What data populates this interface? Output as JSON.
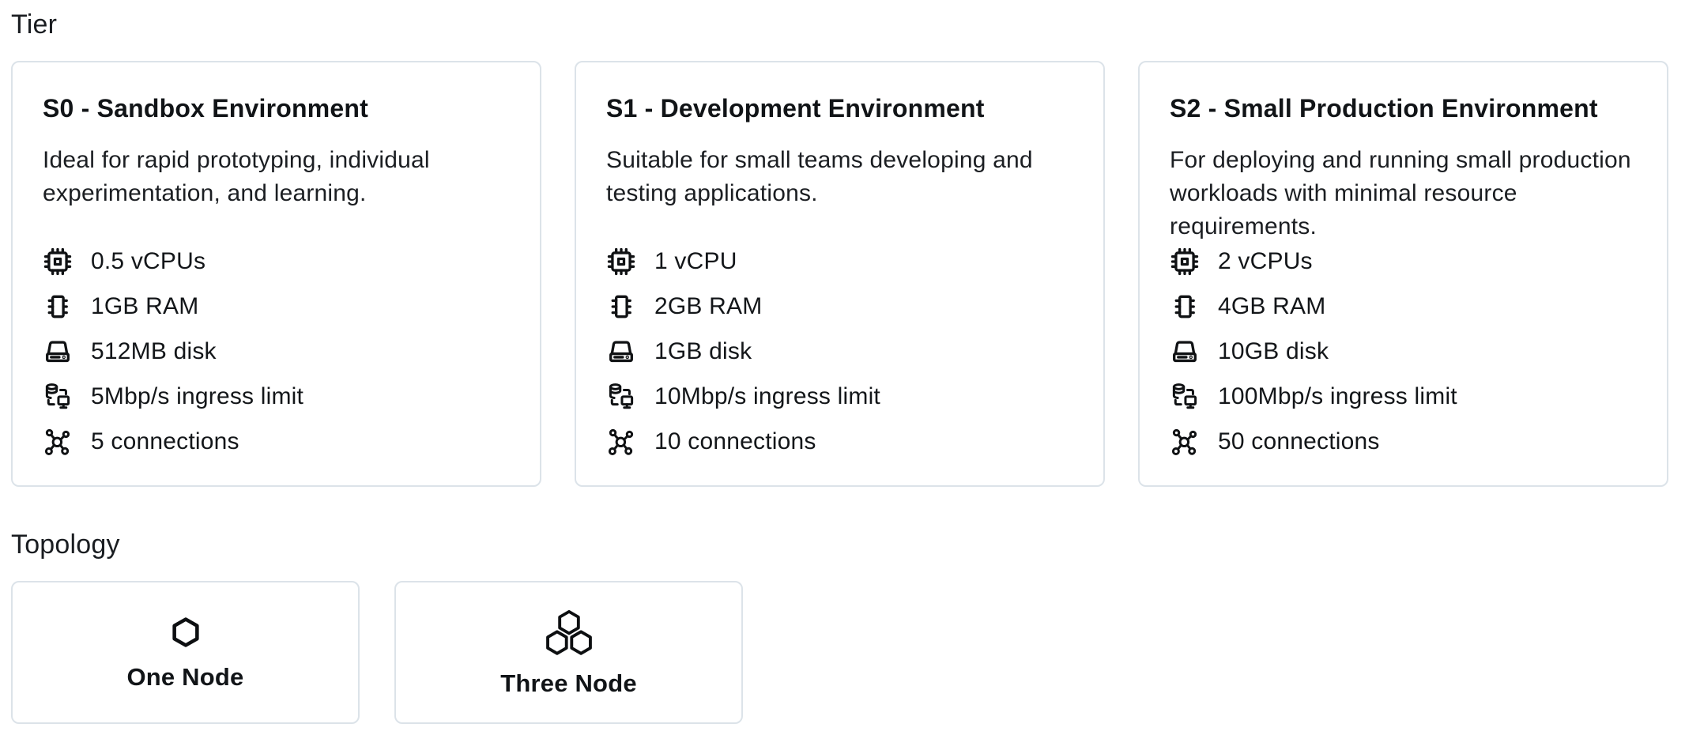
{
  "colors": {
    "card_border": "#dce3e9",
    "text_primary": "#16191d",
    "icon_stroke": "#101214",
    "background": "#ffffff"
  },
  "tier_section": {
    "label": "Tier",
    "cards": [
      {
        "id": "S0",
        "title": "S0 - Sandbox Environment",
        "description": "Ideal for rapid prototyping, individual experimentation, and learning.",
        "specs": [
          {
            "icon": "cpu-icon",
            "text": "0.5 vCPUs"
          },
          {
            "icon": "ram-icon",
            "text": "1GB RAM"
          },
          {
            "icon": "disk-icon",
            "text": "512MB disk"
          },
          {
            "icon": "ingress-icon",
            "text": "5Mbp/s ingress limit"
          },
          {
            "icon": "connections-icon",
            "text": "5 connections"
          }
        ]
      },
      {
        "id": "S1",
        "title": "S1 - Development Environment",
        "description": "Suitable for small teams developing and testing applications.",
        "specs": [
          {
            "icon": "cpu-icon",
            "text": "1 vCPU"
          },
          {
            "icon": "ram-icon",
            "text": "2GB RAM"
          },
          {
            "icon": "disk-icon",
            "text": "1GB disk"
          },
          {
            "icon": "ingress-icon",
            "text": "10Mbp/s ingress limit"
          },
          {
            "icon": "connections-icon",
            "text": "10 connections"
          }
        ]
      },
      {
        "id": "S2",
        "title": "S2 - Small Production Environment",
        "description": "For deploying and running small production workloads with minimal resource requirements.",
        "specs": [
          {
            "icon": "cpu-icon",
            "text": "2 vCPUs"
          },
          {
            "icon": "ram-icon",
            "text": "4GB RAM"
          },
          {
            "icon": "disk-icon",
            "text": "10GB disk"
          },
          {
            "icon": "ingress-icon",
            "text": "100Mbp/s ingress limit"
          },
          {
            "icon": "connections-icon",
            "text": "50 connections"
          }
        ]
      }
    ]
  },
  "topology_section": {
    "label": "Topology",
    "options": [
      {
        "label": "One Node",
        "icon": "one-node-hexagon-icon"
      },
      {
        "label": "Three Node",
        "icon": "three-node-hexagons-icon"
      }
    ]
  }
}
